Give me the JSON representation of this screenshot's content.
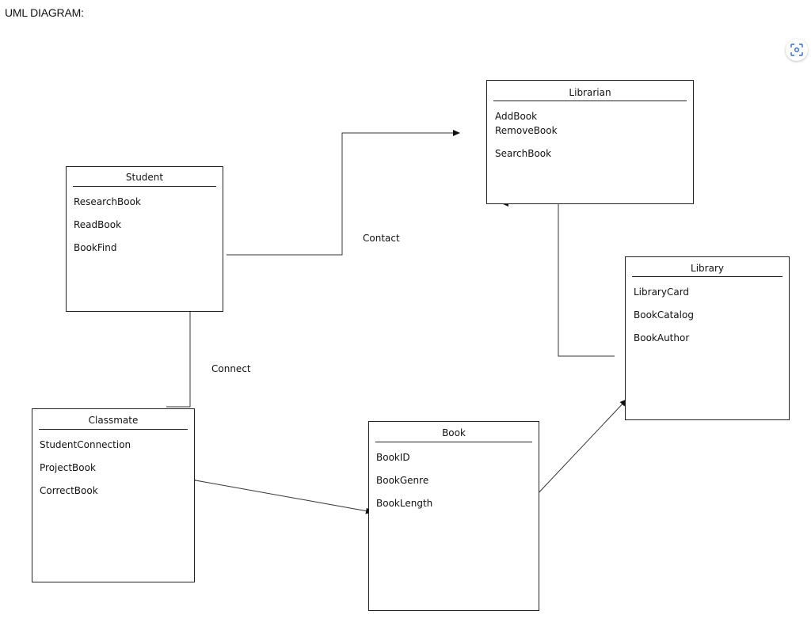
{
  "heading": "UML DIAGRAM:",
  "icons": {
    "lens": "image-search-lens-icon"
  },
  "classes": {
    "librarian": {
      "name": "Librarian",
      "operations": [
        "AddBook",
        "RemoveBook",
        "SearchBook"
      ]
    },
    "student": {
      "name": "Student",
      "operations": [
        "ResearchBook",
        "ReadBook",
        "BookFind"
      ]
    },
    "library": {
      "name": "Library",
      "operations": [
        "LibraryCard",
        "BookCatalog",
        "BookAuthor"
      ]
    },
    "classmate": {
      "name": "Classmate",
      "operations": [
        "StudentConnection",
        "ProjectBook",
        "CorrectBook"
      ]
    },
    "book": {
      "name": "Book",
      "operations": [
        "BookID",
        "BookGenre",
        "BookLength"
      ]
    }
  },
  "relations": {
    "contact": "Contact",
    "connect": "Connect"
  }
}
